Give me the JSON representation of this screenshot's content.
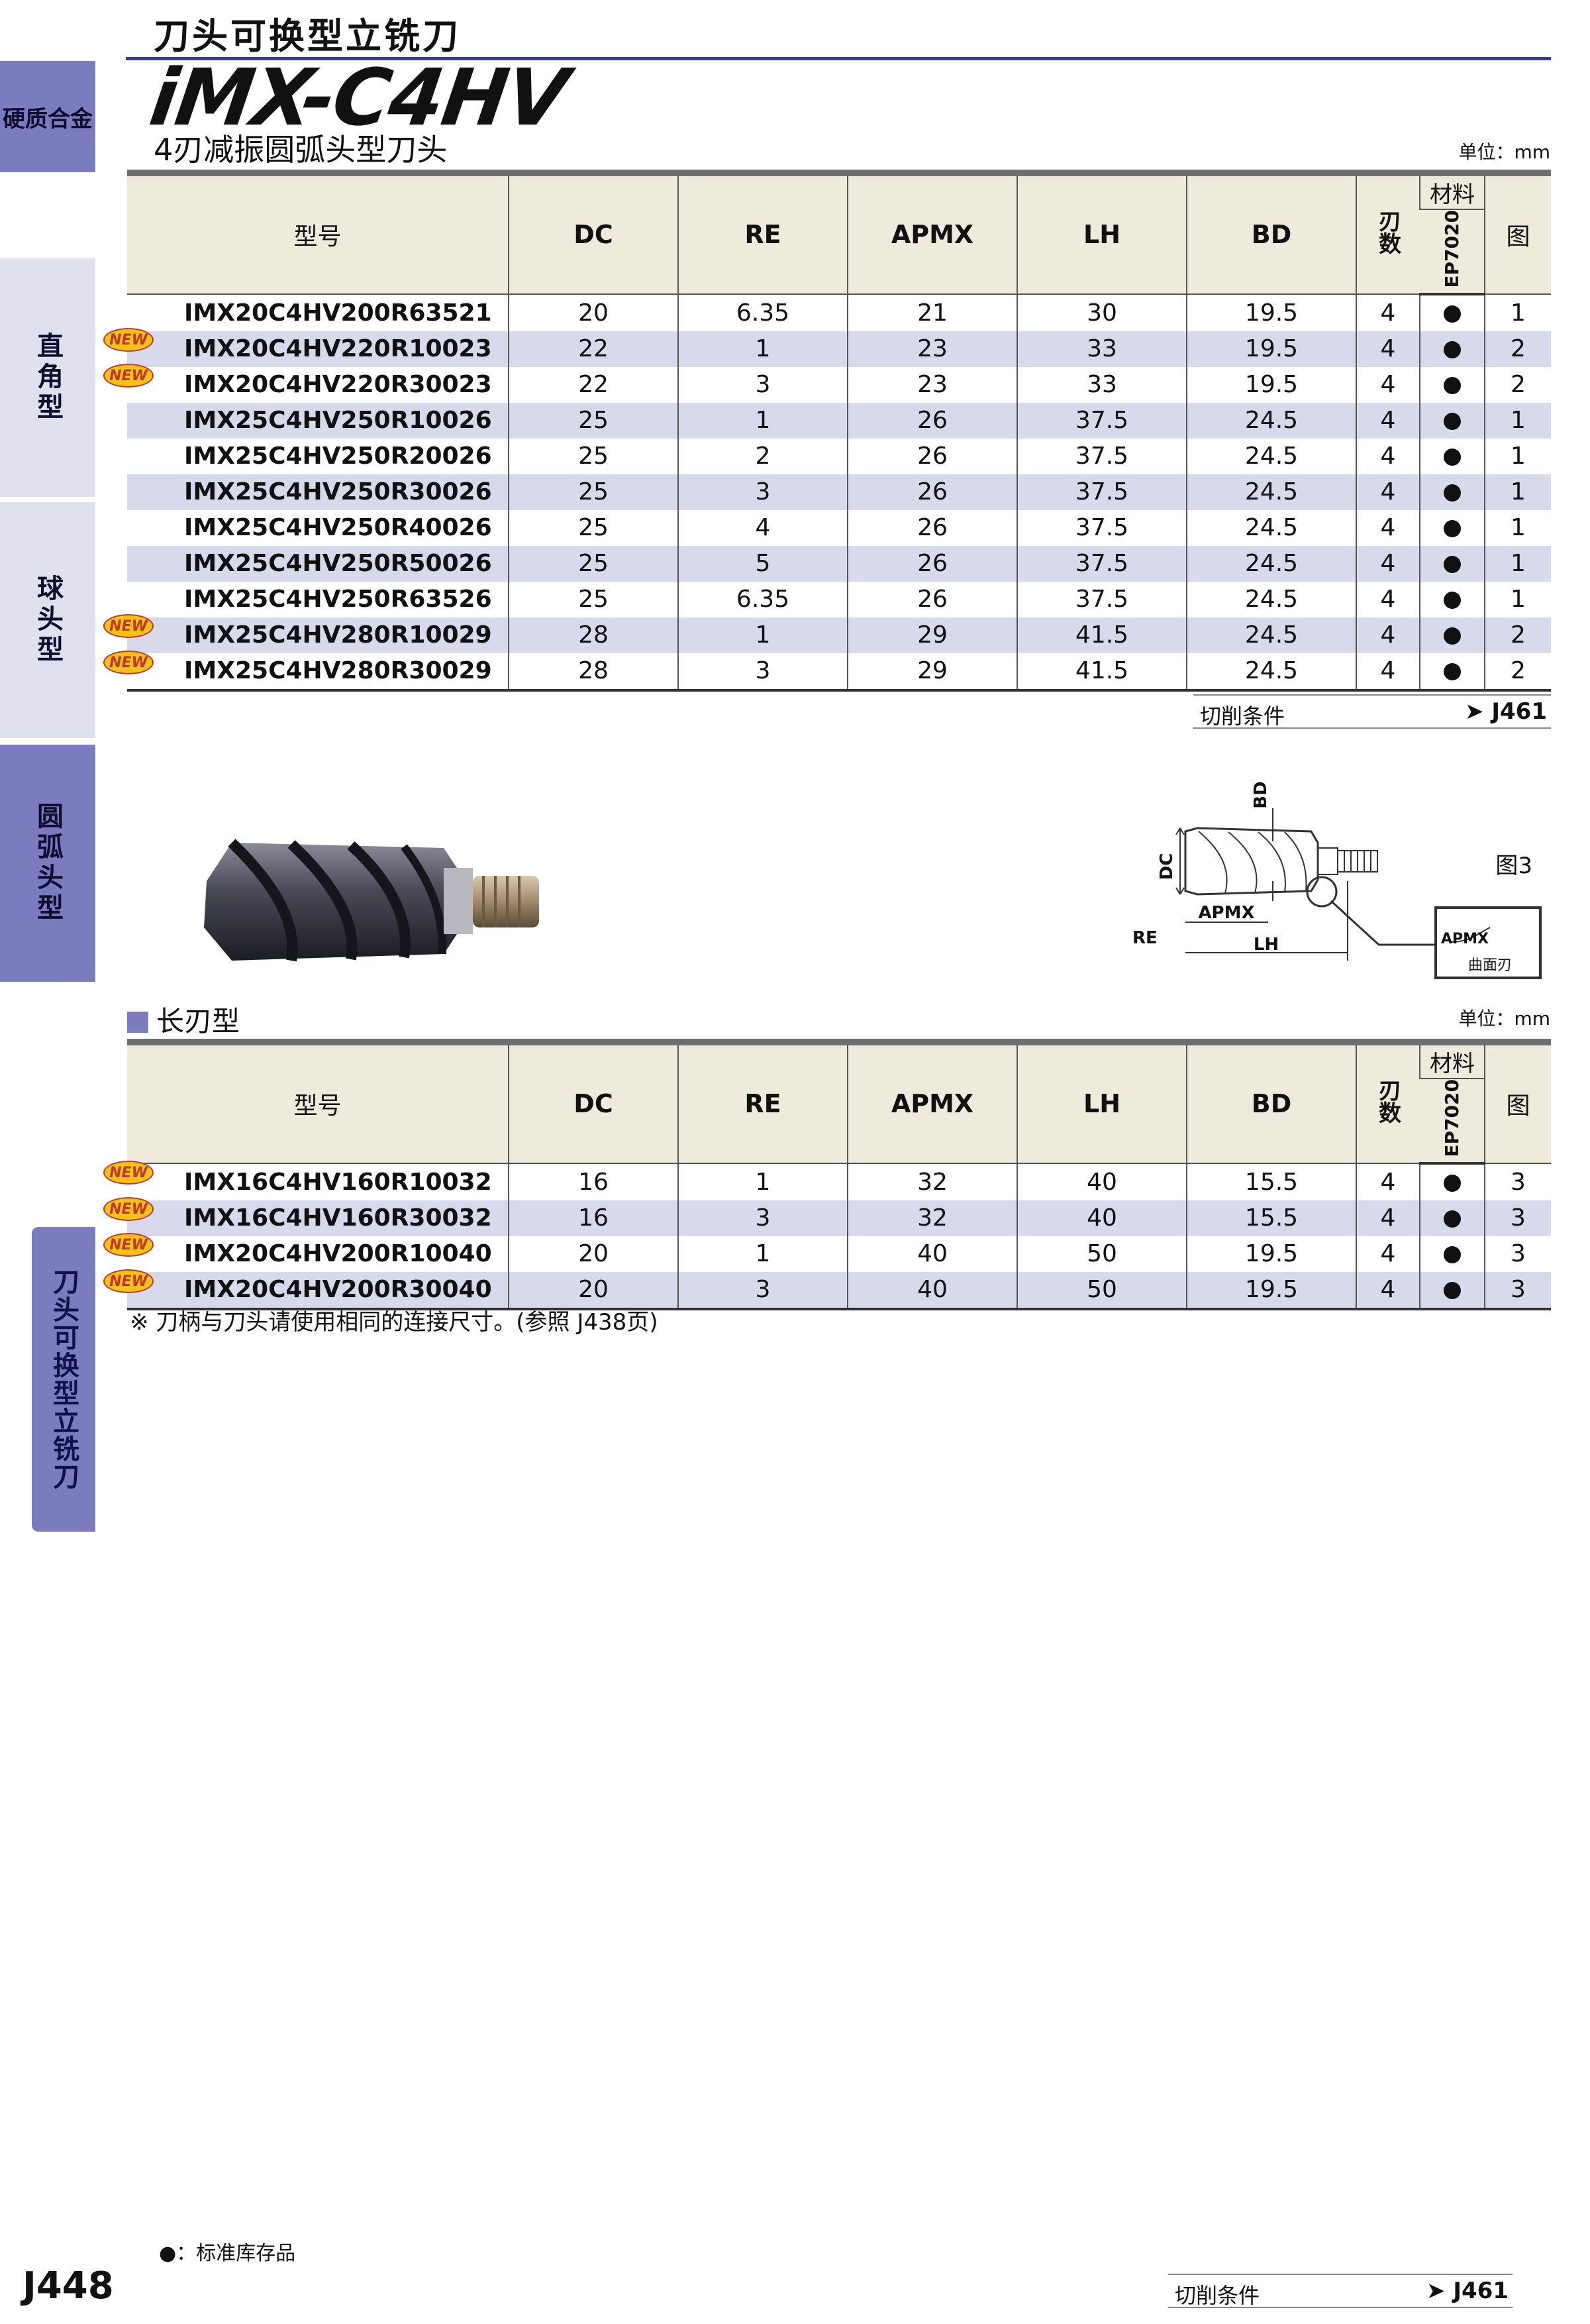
{
  "header": {
    "category_title": "刀头可换型立铣刀",
    "brand": "iMX-C4HV",
    "subtitle": "4刃减振圆弧头型刀头",
    "unit": "单位：mm"
  },
  "side_tabs": [
    {
      "label": "硬质合金"
    },
    {
      "label": "直角型"
    },
    {
      "label": "球头型"
    },
    {
      "label": "圆弧头型"
    },
    {
      "label": "刀头可换型立铣刀"
    }
  ],
  "table_headers": {
    "model": "型号",
    "dc": "DC",
    "re": "RE",
    "apmx": "APMX",
    "lh": "LH",
    "bd": "BD",
    "flutes": "刃数",
    "material": "材料",
    "grade": "EP7020",
    "figure": "图"
  },
  "new_badge": "NEW",
  "table1_rows": [
    {
      "model": "IMX20C4HV200R63521",
      "dc": "20",
      "re": "6.35",
      "apmx": "21",
      "lh": "30",
      "bd": "19.5",
      "z": "4",
      "fig": "1",
      "new": false
    },
    {
      "model": "IMX20C4HV220R10023",
      "dc": "22",
      "re": "1",
      "apmx": "23",
      "lh": "33",
      "bd": "19.5",
      "z": "4",
      "fig": "2",
      "new": true
    },
    {
      "model": "IMX20C4HV220R30023",
      "dc": "22",
      "re": "3",
      "apmx": "23",
      "lh": "33",
      "bd": "19.5",
      "z": "4",
      "fig": "2",
      "new": true
    },
    {
      "model": "IMX25C4HV250R10026",
      "dc": "25",
      "re": "1",
      "apmx": "26",
      "lh": "37.5",
      "bd": "24.5",
      "z": "4",
      "fig": "1",
      "new": false
    },
    {
      "model": "IMX25C4HV250R20026",
      "dc": "25",
      "re": "2",
      "apmx": "26",
      "lh": "37.5",
      "bd": "24.5",
      "z": "4",
      "fig": "1",
      "new": false
    },
    {
      "model": "IMX25C4HV250R30026",
      "dc": "25",
      "re": "3",
      "apmx": "26",
      "lh": "37.5",
      "bd": "24.5",
      "z": "4",
      "fig": "1",
      "new": false
    },
    {
      "model": "IMX25C4HV250R40026",
      "dc": "25",
      "re": "4",
      "apmx": "26",
      "lh": "37.5",
      "bd": "24.5",
      "z": "4",
      "fig": "1",
      "new": false
    },
    {
      "model": "IMX25C4HV250R50026",
      "dc": "25",
      "re": "5",
      "apmx": "26",
      "lh": "37.5",
      "bd": "24.5",
      "z": "4",
      "fig": "1",
      "new": false
    },
    {
      "model": "IMX25C4HV250R63526",
      "dc": "25",
      "re": "6.35",
      "apmx": "26",
      "lh": "37.5",
      "bd": "24.5",
      "z": "4",
      "fig": "1",
      "new": false
    },
    {
      "model": "IMX25C4HV280R10029",
      "dc": "28",
      "re": "1",
      "apmx": "29",
      "lh": "41.5",
      "bd": "24.5",
      "z": "4",
      "fig": "2",
      "new": true
    },
    {
      "model": "IMX25C4HV280R30029",
      "dc": "28",
      "re": "3",
      "apmx": "29",
      "lh": "41.5",
      "bd": "24.5",
      "z": "4",
      "fig": "2",
      "new": true
    }
  ],
  "cutting_conditions": {
    "label": "切削条件",
    "ref": "J461"
  },
  "diagram": {
    "figure_label": "图3",
    "dc": "DC",
    "bd": "BD",
    "re": "RE",
    "apmx": "APMX",
    "lh": "LH",
    "detail_apmx": "APMX",
    "detail_edge": "曲面刃"
  },
  "section2": {
    "title": "长刃型",
    "unit": "单位：mm"
  },
  "table2_rows": [
    {
      "model": "IMX16C4HV160R10032",
      "dc": "16",
      "re": "1",
      "apmx": "32",
      "lh": "40",
      "bd": "15.5",
      "z": "4",
      "fig": "3",
      "new": true
    },
    {
      "model": "IMX16C4HV160R30032",
      "dc": "16",
      "re": "3",
      "apmx": "32",
      "lh": "40",
      "bd": "15.5",
      "z": "4",
      "fig": "3",
      "new": true
    },
    {
      "model": "IMX20C4HV200R10040",
      "dc": "20",
      "re": "1",
      "apmx": "40",
      "lh": "50",
      "bd": "19.5",
      "z": "4",
      "fig": "3",
      "new": true
    },
    {
      "model": "IMX20C4HV200R30040",
      "dc": "20",
      "re": "3",
      "apmx": "40",
      "lh": "50",
      "bd": "19.5",
      "z": "4",
      "fig": "3",
      "new": true
    }
  ],
  "note": "※ 刀柄与刀头请使用相同的连接尺寸。(参照 J438页)",
  "legend": "●：标准库存品",
  "footer": {
    "page": "J448",
    "cutting_label": "切削条件",
    "cutting_ref": "J461"
  }
}
